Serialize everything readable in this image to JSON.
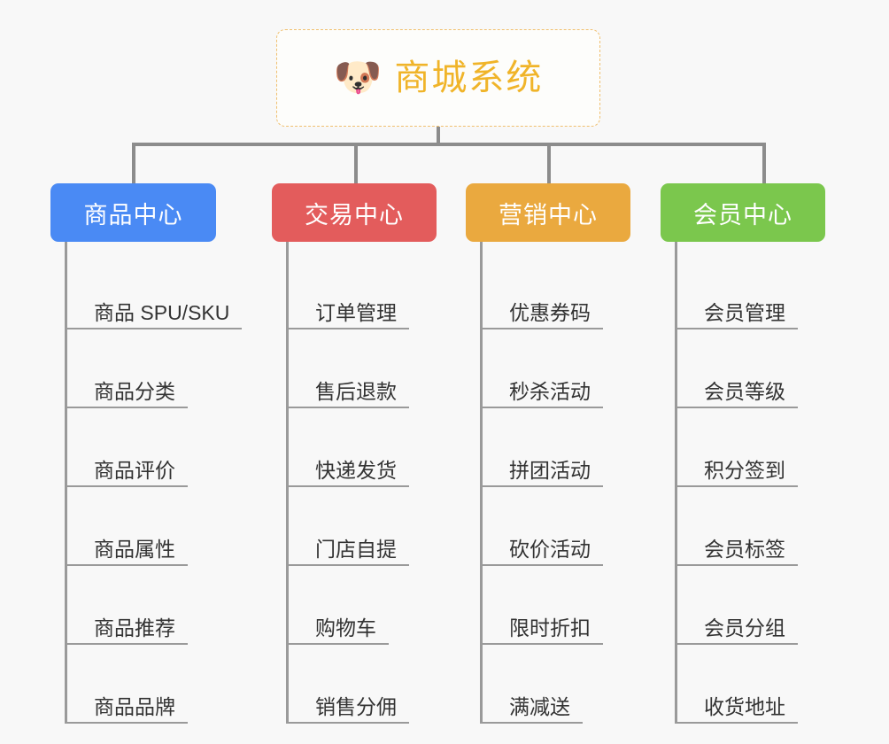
{
  "root": {
    "icon": "shiba-dog-face-emoji",
    "icon_glyph": "🐶",
    "title": "商城系统",
    "title_color": "#f0b429",
    "border_color": "#f0c070"
  },
  "colors": {
    "background": "#f8f8f8",
    "connector": "#8c8c8c",
    "leaf_rule": "#9a9a9a",
    "leaf_text": "#333333"
  },
  "columns": [
    {
      "id": "product-center",
      "label": "商品中心",
      "color": "#4a8af4",
      "items": [
        {
          "label": "商品 SPU/SKU"
        },
        {
          "label": "商品分类"
        },
        {
          "label": "商品评价"
        },
        {
          "label": "商品属性"
        },
        {
          "label": "商品推荐"
        },
        {
          "label": "商品品牌"
        }
      ]
    },
    {
      "id": "trade-center",
      "label": "交易中心",
      "color": "#e35c5c",
      "items": [
        {
          "label": "订单管理"
        },
        {
          "label": "售后退款"
        },
        {
          "label": "快递发货"
        },
        {
          "label": "门店自提"
        },
        {
          "label": "购物车"
        },
        {
          "label": "销售分佣"
        }
      ]
    },
    {
      "id": "marketing-center",
      "label": "营销中心",
      "color": "#eaa93f",
      "items": [
        {
          "label": "优惠券码"
        },
        {
          "label": "秒杀活动"
        },
        {
          "label": "拼团活动"
        },
        {
          "label": "砍价活动"
        },
        {
          "label": "限时折扣"
        },
        {
          "label": "满减送"
        }
      ]
    },
    {
      "id": "member-center",
      "label": "会员中心",
      "color": "#7bc74d",
      "items": [
        {
          "label": "会员管理"
        },
        {
          "label": "会员等级"
        },
        {
          "label": "积分签到"
        },
        {
          "label": "会员标签"
        },
        {
          "label": "会员分组"
        },
        {
          "label": "收货地址"
        }
      ]
    }
  ]
}
